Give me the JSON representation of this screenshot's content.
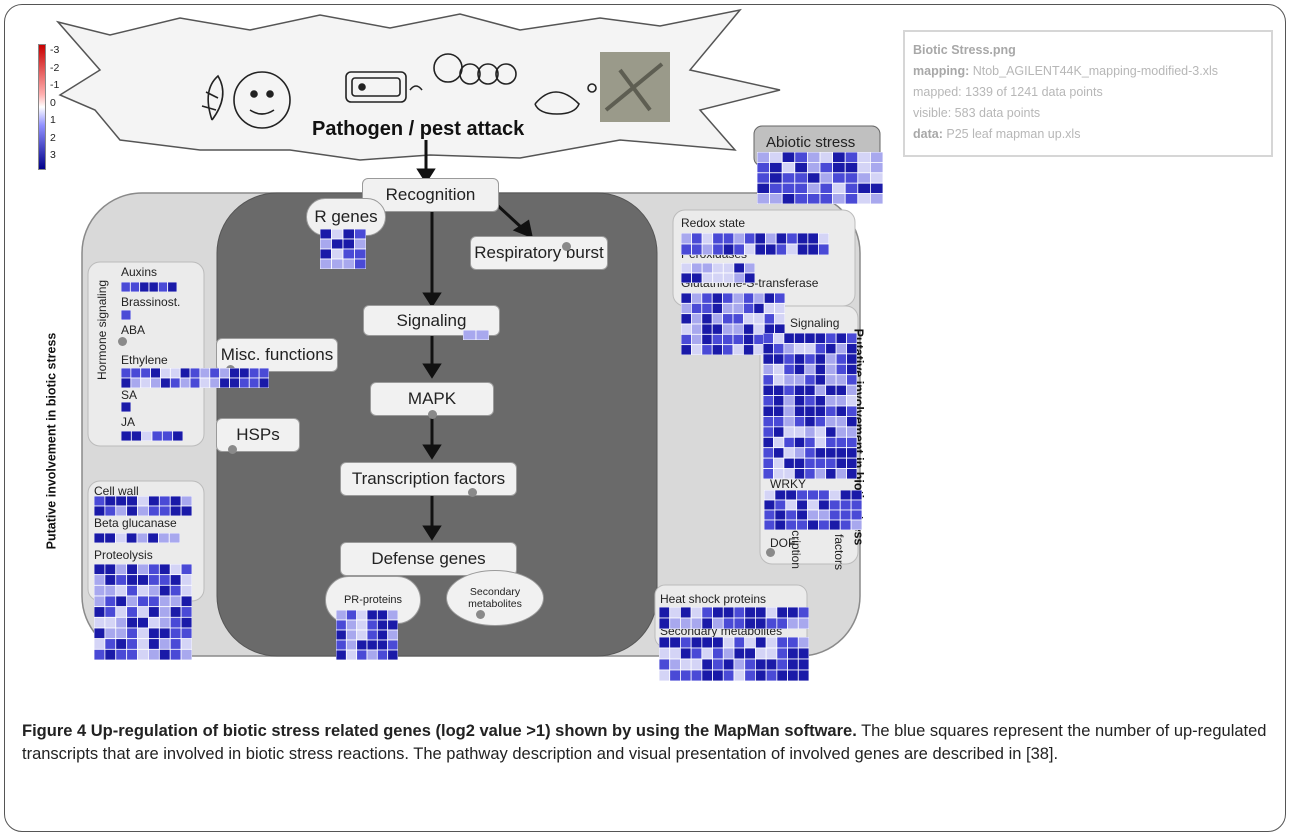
{
  "legend": {
    "ticks": [
      "-3",
      "-2",
      "-1",
      "0",
      "1",
      "2",
      "3"
    ]
  },
  "info_panel": {
    "title": "Biotic Stress.png",
    "mapping_label": "mapping:",
    "mapping_value": "Ntob_AGILENT44K_mapping-modified-3.xls",
    "mapped": "mapped: 1339 of 1241 data points",
    "visible": "visible: 583 data points",
    "data_label": "data:",
    "data_value": "P25 leaf mapman up.xls"
  },
  "attack": {
    "title": "Pathogen / pest attack"
  },
  "abiotic": {
    "label": "Abiotic stress"
  },
  "flow": {
    "recognition": "Recognition",
    "r_genes": "R genes",
    "respiratory_burst": "Respiratory burst",
    "signaling": "Signaling",
    "mapk": "MAPK",
    "transcription_factors": "Transcription factors",
    "defense_genes": "Defense genes",
    "pr_proteins": "PR-proteins",
    "secondary_metabolites_a": "Secondary",
    "secondary_metabolites_b": "metabolites"
  },
  "left": {
    "vertical_label": "Putative involvement in biotic stress",
    "hormone_signaling": "Hormone signaling",
    "auxins": "Auxins",
    "brassinost": "Brassinost.",
    "aba": "ABA",
    "ethylene": "Ethylene",
    "sa": "SA",
    "ja": "JA",
    "misc_functions": "Misc. functions",
    "hsps": "HSPs",
    "cell_wall": "Cell wall",
    "beta_glucanase": "Beta glucanase",
    "proteolysis": "Proteolysis"
  },
  "right": {
    "vertical_label": "Putative involvement in biotic stress",
    "redox_state": "Redox state",
    "peroxidases": "Peroxidases",
    "glutathione": "Glutathione-S-transferase",
    "signaling": "Signaling",
    "wrky": "WRKY",
    "transcription_a": "Transcription",
    "transcription_b": "factors",
    "dof": "DOF",
    "heat_shock": "Heat shock proteins",
    "secondary_metabolites": "Secondary metabolites"
  },
  "caption": {
    "bold": "Figure 4 Up-regulation of biotic stress related genes (log2 value >1) shown by using the MapMan software.",
    "text": " The blue squares represent the number of up-regulated transcripts that are involved in biotic stress reactions. The pathway description and visual presentation of involved genes are described in [38]."
  },
  "colors": {
    "up_dark": "#1a1aa8",
    "up_mid": "#4a4ad6",
    "up_light": "#a8a8ee",
    "pale": "#d4d4f6",
    "background_dark": "#666666"
  }
}
